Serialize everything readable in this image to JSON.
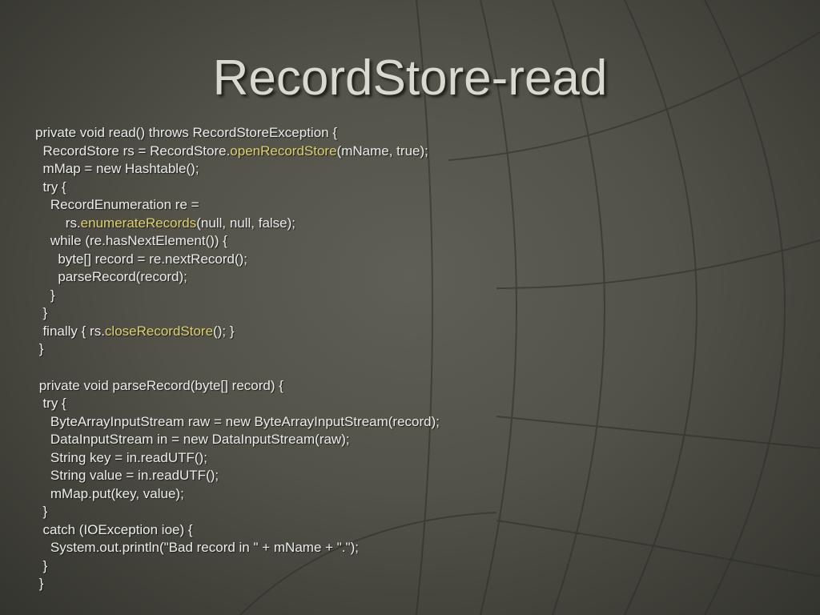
{
  "slide": {
    "title": "RecordStore-read",
    "accent_color": "#e0d070",
    "text_color": "#ececec",
    "background_color": "#4f4f47"
  },
  "code": [
    {
      "segments": [
        {
          "text": "private void read() throws RecordStoreException {"
        }
      ]
    },
    {
      "segments": [
        {
          "text": "  RecordStore rs = RecordStore."
        },
        {
          "text": "openRecordStore",
          "hl": true
        },
        {
          "text": "(mName, true);"
        }
      ]
    },
    {
      "segments": [
        {
          "text": "  mMap = new Hashtable();"
        }
      ]
    },
    {
      "segments": [
        {
          "text": "  try {"
        }
      ]
    },
    {
      "segments": [
        {
          "text": "    RecordEnumeration re ="
        }
      ]
    },
    {
      "segments": [
        {
          "text": "        rs."
        },
        {
          "text": "enumerateRecords",
          "hl": true
        },
        {
          "text": "(null, null, false);"
        }
      ]
    },
    {
      "segments": [
        {
          "text": "    while (re.hasNextElement()) {"
        }
      ]
    },
    {
      "segments": [
        {
          "text": "      byte[] record = re.nextRecord();"
        }
      ]
    },
    {
      "segments": [
        {
          "text": "      parseRecord(record);"
        }
      ]
    },
    {
      "segments": [
        {
          "text": "    }"
        }
      ]
    },
    {
      "segments": [
        {
          "text": "  }"
        }
      ]
    },
    {
      "segments": [
        {
          "text": "  finally { rs."
        },
        {
          "text": "closeRecordStore",
          "hl": true
        },
        {
          "text": "(); }"
        }
      ]
    },
    {
      "segments": [
        {
          "text": " }"
        }
      ]
    },
    {
      "segments": []
    },
    {
      "segments": [
        {
          "text": " private void parseRecord(byte[] record) {"
        }
      ]
    },
    {
      "segments": [
        {
          "text": "  try {"
        }
      ]
    },
    {
      "segments": [
        {
          "text": "    ByteArrayInputStream raw = new ByteArrayInputStream(record);"
        }
      ]
    },
    {
      "segments": [
        {
          "text": "    DataInputStream in = new DataInputStream(raw);"
        }
      ]
    },
    {
      "segments": [
        {
          "text": "    String key = in.readUTF();"
        }
      ]
    },
    {
      "segments": [
        {
          "text": "    String value = in.readUTF();"
        }
      ]
    },
    {
      "segments": [
        {
          "text": "    mMap.put(key, value);"
        }
      ]
    },
    {
      "segments": [
        {
          "text": "  }"
        }
      ]
    },
    {
      "segments": [
        {
          "text": "  catch (IOException ioe) {"
        }
      ]
    },
    {
      "segments": [
        {
          "text": "    System.out.println(\"Bad record in \" + mName + \".\");"
        }
      ]
    },
    {
      "segments": [
        {
          "text": "  }"
        }
      ]
    },
    {
      "segments": [
        {
          "text": " }"
        }
      ]
    }
  ]
}
